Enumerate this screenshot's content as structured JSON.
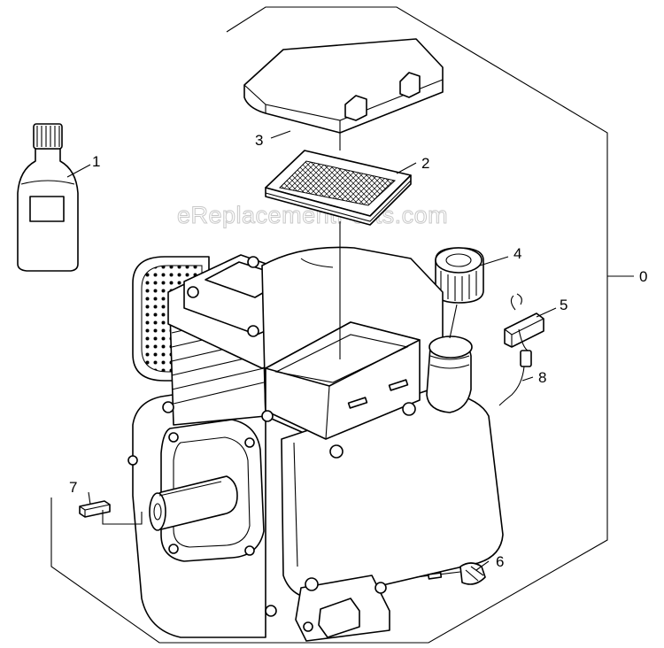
{
  "watermark": "eReplacementParts.com",
  "callouts": {
    "c0": "0",
    "c1": "1",
    "c2": "2",
    "c3": "3",
    "c4": "4",
    "c5": "5",
    "c6": "6",
    "c7": "7",
    "c8": "8"
  },
  "colors": {
    "ink": "#000000",
    "paper": "#ffffff",
    "watermark": "#c8c8c8"
  }
}
